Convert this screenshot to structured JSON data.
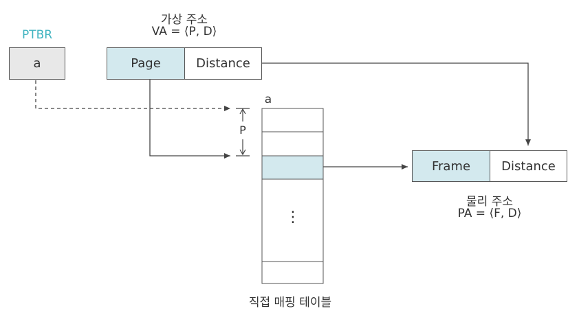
{
  "ptbr": {
    "label": "PTBR",
    "value": "a"
  },
  "virtual_address": {
    "title": "가상 주소",
    "formula": "VA = ⟨P, D⟩",
    "page_label": "Page",
    "distance_label": "Distance"
  },
  "page_table": {
    "base_label": "a",
    "offset_label": "P",
    "ellipsis": "⋮",
    "caption": "직접 매핑 테이블"
  },
  "physical_address": {
    "frame_label": "Frame",
    "distance_label": "Distance",
    "title": "물리 주소",
    "formula": "PA = ⟨F, D⟩"
  },
  "colors": {
    "ptbr_text": "#3fb3c0",
    "ptbr_fill": "#e8e8e8",
    "highlight_fill": "#d3e9ee",
    "line": "#444444"
  }
}
